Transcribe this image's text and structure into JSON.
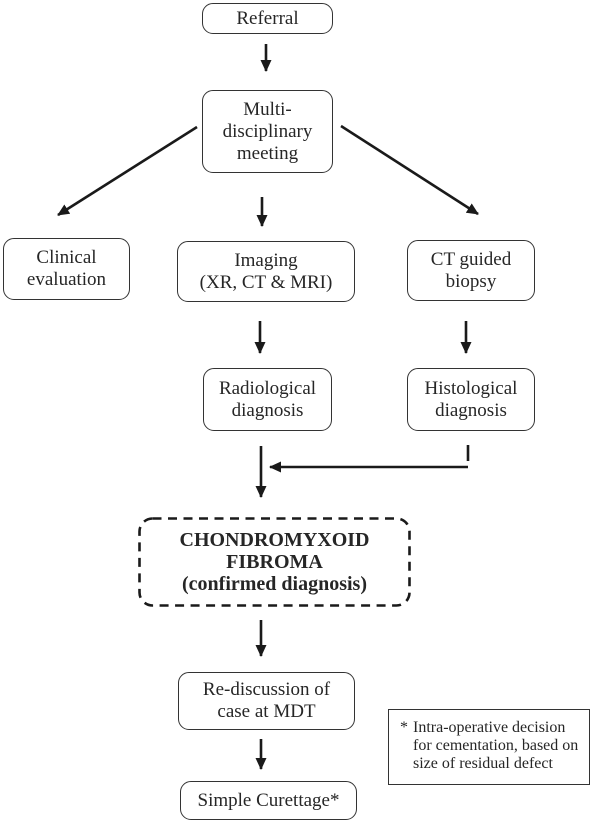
{
  "diagram": {
    "nodes": {
      "referral": "Referral",
      "mdt": "Multi-\ndisciplinary\nmeeting",
      "clinical": "Clinical\nevaluation",
      "imaging": "Imaging\n(XR, CT & MRI)",
      "ct_biopsy": "CT guided\nbiopsy",
      "radiological": "Radiological\ndiagnosis",
      "histological": "Histological\ndiagnosis",
      "cmf": "CHONDROMYXOID\nFIBROMA\n(confirmed diagnosis)",
      "rediscussion": "Re-discussion of\ncase at MDT",
      "curettage": "Simple Curettage*"
    },
    "edges": [
      {
        "from": "referral",
        "to": "mdt"
      },
      {
        "from": "mdt",
        "to": "clinical"
      },
      {
        "from": "mdt",
        "to": "imaging"
      },
      {
        "from": "mdt",
        "to": "ct_biopsy"
      },
      {
        "from": "imaging",
        "to": "radiological"
      },
      {
        "from": "ct_biopsy",
        "to": "histological"
      },
      {
        "from": "radiological",
        "to": "cmf"
      },
      {
        "from": "histological",
        "to": "cmf"
      },
      {
        "from": "cmf",
        "to": "rediscussion"
      },
      {
        "from": "rediscussion",
        "to": "curettage"
      }
    ],
    "footnote": {
      "marker": "*",
      "text": "Intra-operative decision\nfor cementation, based on\nsize of residual defect"
    },
    "colors": {
      "line": "#1a1a1a",
      "border": "#333333",
      "text": "#262626",
      "background": "#ffffff"
    }
  }
}
